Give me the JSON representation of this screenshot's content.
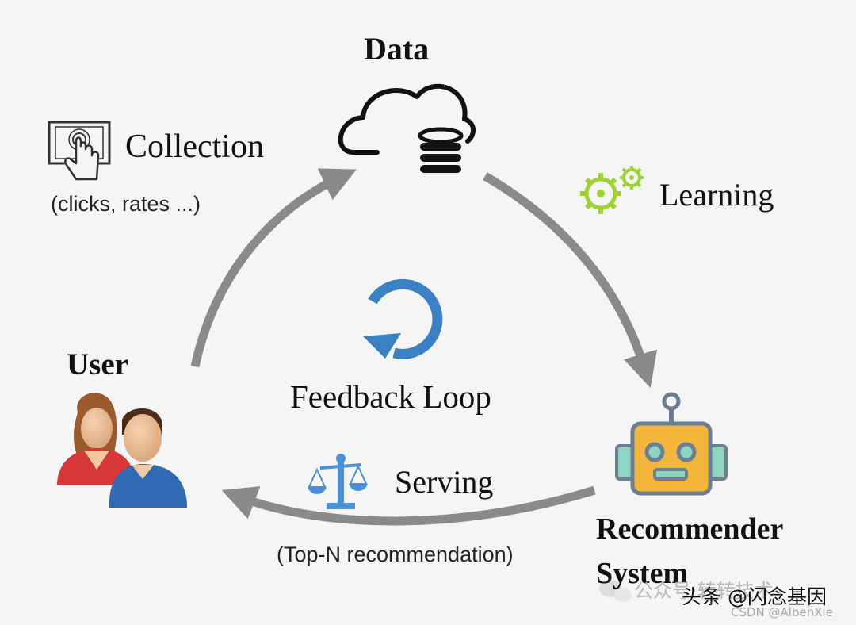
{
  "nodes": {
    "data": {
      "label": "Data"
    },
    "user": {
      "label": "User"
    },
    "recommender": {
      "label_line1": "Recommender",
      "label_line2": "System"
    }
  },
  "edges": {
    "collection": {
      "label": "Collection",
      "sublabel": "(clicks, rates ...)",
      "icon": "touch-screen-icon"
    },
    "learning": {
      "label": "Learning",
      "icon": "gears-icon"
    },
    "serving": {
      "label": "Serving",
      "sublabel": "(Top-N recommendation)",
      "icon": "scales-icon"
    }
  },
  "center": {
    "label": "Feedback Loop",
    "icon": "refresh-loop-icon"
  },
  "watermark": {
    "line1_a": "公众号",
    "line1_b": "·",
    "line1_c": "转转技术",
    "overlay": "头条 @闪念基因",
    "line2": "CSDN @AlbenXie"
  },
  "colors": {
    "arrow": "#8a8a8a",
    "gear": "#9cd232",
    "loop": "#3b7fc4",
    "scales": "#4a90d9",
    "robot_head": "#f3b53a",
    "robot_face": "#6b7e93",
    "robot_ears": "#8fd6c0"
  }
}
